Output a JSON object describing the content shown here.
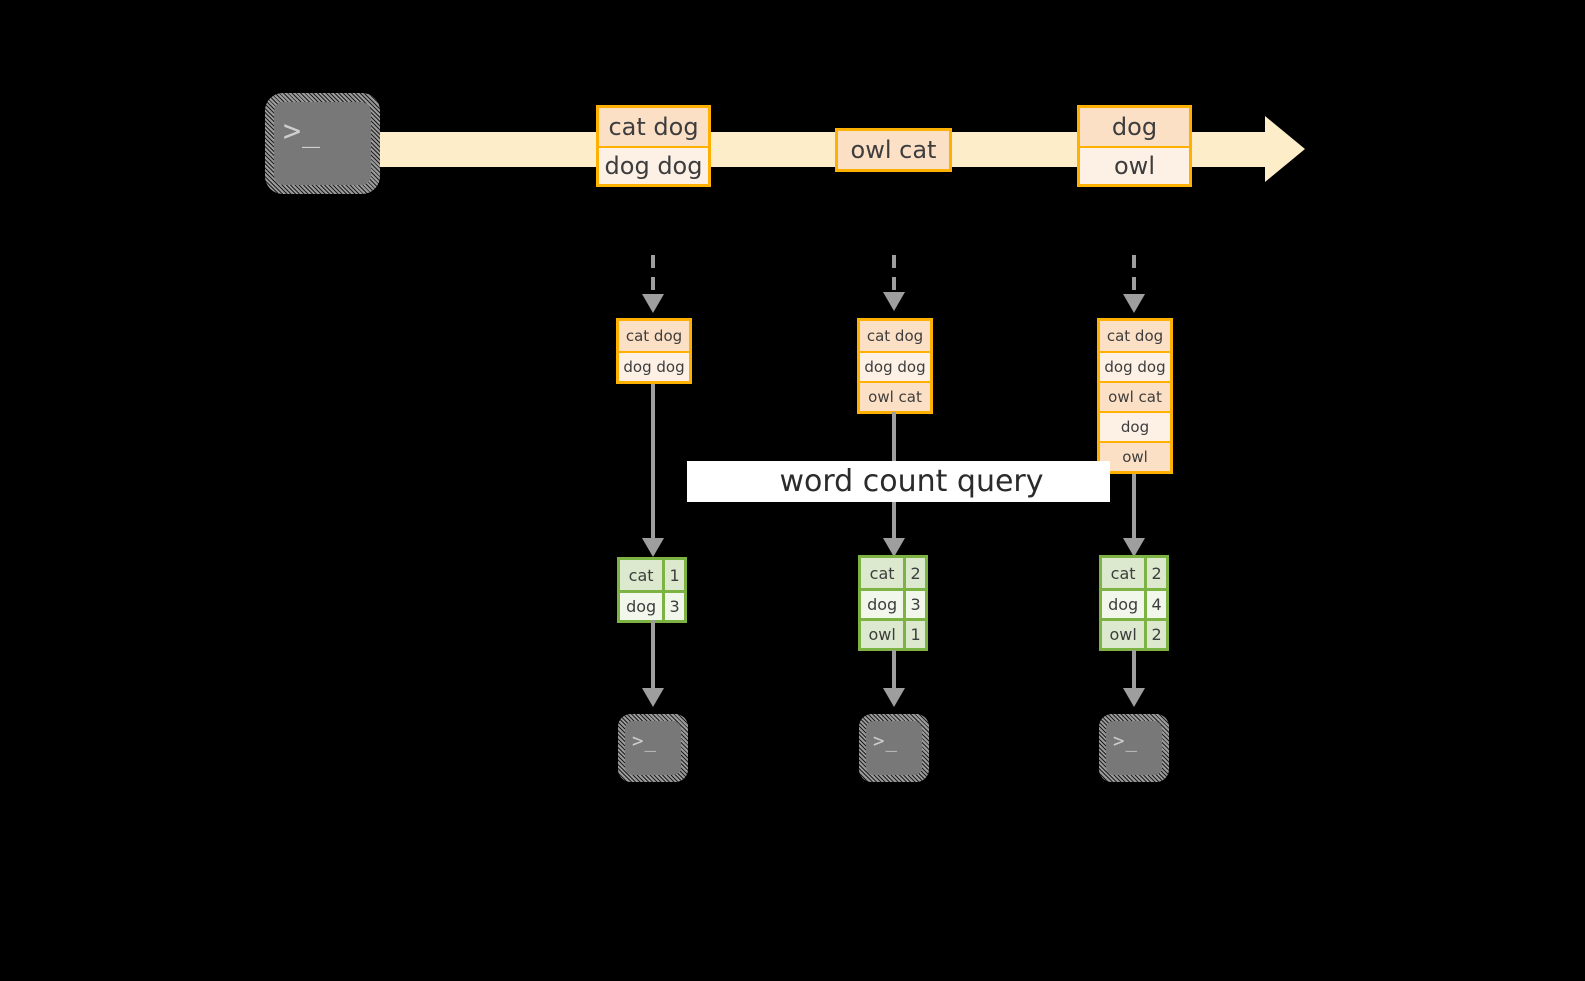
{
  "diagram": {
    "title": "word count query",
    "colors": {
      "stream": "#fdeec9",
      "orange_border": "#ffb000",
      "orange_fill_dark": "#fce0c6",
      "orange_fill_light": "#fdf1e6",
      "green_border": "#7cb342",
      "green_fill_dark": "#dce9cf",
      "green_fill_light": "#f2f7ec",
      "arrow_gray": "#9e9e9e",
      "terminal_gray": "#787878",
      "background": "#000000"
    },
    "terminal_glyph": ">_",
    "source": {
      "name": "producer-terminal",
      "glyph": ">_"
    },
    "stream": {
      "name": "event-stream-arrow",
      "events": [
        {
          "id": "batch-1",
          "lines": [
            "cat dog",
            "dog dog"
          ]
        },
        {
          "id": "batch-2",
          "lines": [
            "owl cat"
          ]
        },
        {
          "id": "batch-3",
          "lines": [
            "dog",
            "owl"
          ]
        }
      ]
    },
    "snapshots": [
      {
        "id": "snapshot-1",
        "lines": [
          "cat dog",
          "dog dog"
        ],
        "result": {
          "rows": [
            {
              "word": "cat",
              "count": "1"
            },
            {
              "word": "dog",
              "count": "3"
            }
          ]
        }
      },
      {
        "id": "snapshot-2",
        "lines": [
          "cat dog",
          "dog dog",
          "owl cat"
        ],
        "result": {
          "rows": [
            {
              "word": "cat",
              "count": "2"
            },
            {
              "word": "dog",
              "count": "3"
            },
            {
              "word": "owl",
              "count": "1"
            }
          ]
        }
      },
      {
        "id": "snapshot-3",
        "lines": [
          "cat dog",
          "dog dog",
          "owl cat",
          "dog",
          "owl"
        ],
        "result": {
          "rows": [
            {
              "word": "cat",
              "count": "2"
            },
            {
              "word": "dog",
              "count": "4"
            },
            {
              "word": "owl",
              "count": "2"
            }
          ]
        }
      }
    ],
    "consumers": [
      {
        "id": "consumer-1",
        "glyph": ">_"
      },
      {
        "id": "consumer-2",
        "glyph": ">_"
      },
      {
        "id": "consumer-3",
        "glyph": ">_"
      }
    ]
  }
}
